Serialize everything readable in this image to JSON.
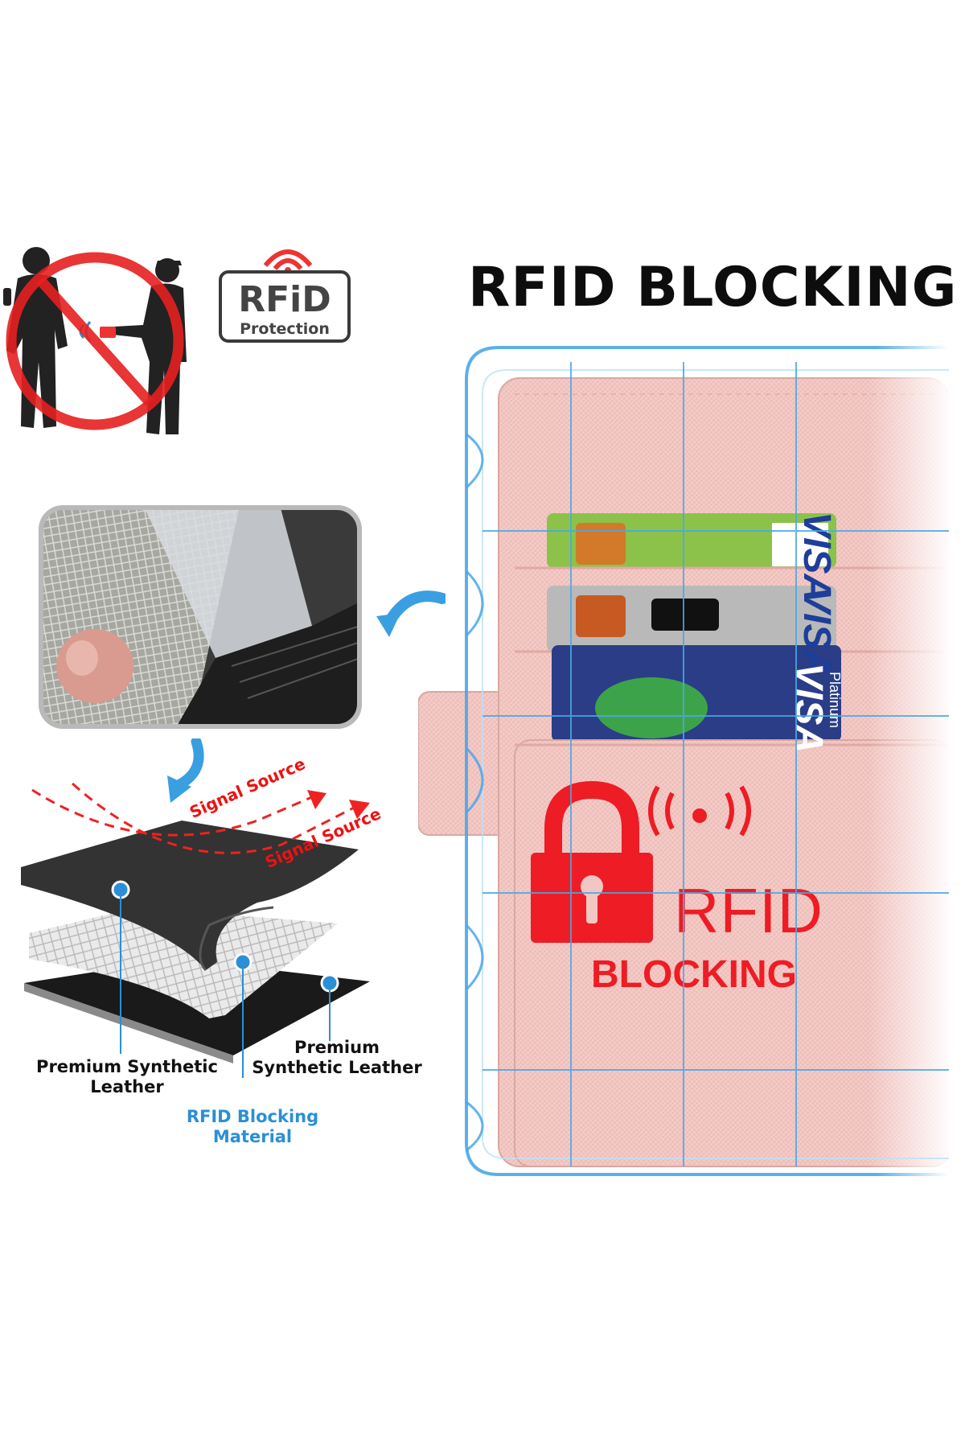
{
  "headline": "RFID BLOCKING",
  "badge": {
    "main": "RFiD",
    "sub": "Protection"
  },
  "layers": {
    "left_label_line1": "Premium Synthetic",
    "left_label_line2": "Leather",
    "right_label_line1": "Premium",
    "right_label_line2": "Synthetic Leather",
    "middle_label_line1": "RFID Blocking",
    "middle_label_line2": "Material"
  },
  "signal_source_label": "Signal Source",
  "lock_badge": {
    "line1": "RFID",
    "line2": "BLOCKING"
  },
  "cards": {
    "brand": "VISA",
    "tier": "Platinum"
  },
  "colors": {
    "red": "#ee1c24",
    "blue": "#2a8fd6",
    "pink_leather": "#f2c6c2",
    "dark_leather": "#2b2b2b"
  }
}
